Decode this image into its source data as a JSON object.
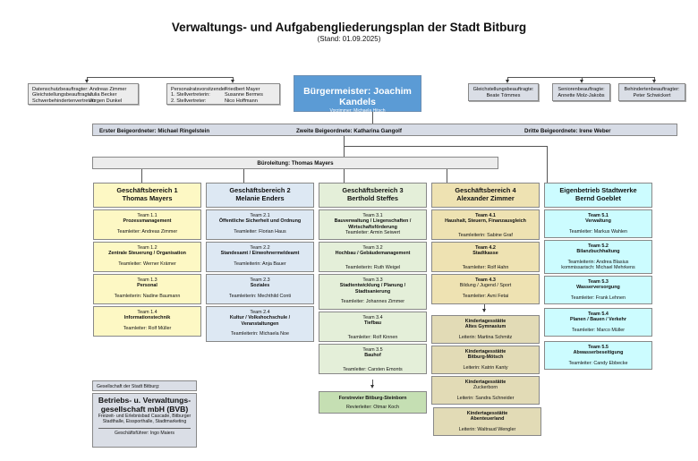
{
  "header": {
    "title": "Verwaltungs- und Aufgabengliederungsplan der Stadt Bitburg",
    "subtitle": "(Stand: 01.09.2025)"
  },
  "left_staff": {
    "box1": [
      {
        "role": "Datenschutzbeauftragter:",
        "name": "Andreas Zimmer"
      },
      {
        "role": "Gleichstellungsbeauftragte:",
        "name": "Julia Becker"
      },
      {
        "role": "Schwerbehindertenvertreter:",
        "name": "Jürgen Dunkel"
      }
    ],
    "box2": [
      {
        "role": "Personalratsvorsitzender:",
        "name": "Friedbert Mayer"
      },
      {
        "role": "1. Stellvertreterin:",
        "name": "Susanne Bermes"
      },
      {
        "role": "2. Stellvertreter:",
        "name": "Nico Hoffmann"
      }
    ]
  },
  "mayor": {
    "title": "Bürgermeister: Joachim Kandels",
    "office": "Vorzimmer: Michaela Hitsch"
  },
  "right_staff": [
    {
      "role": "Gleichstellungsbeauftragte:",
      "name": "Beate Tömmes"
    },
    {
      "role": "Seniorenbeauftragte:",
      "name": "Annette Molz-Jakobs"
    },
    {
      "role": "Behindertenbeauftragter:",
      "name": "Peter Schwickert"
    }
  ],
  "deputies": {
    "first": "Erster Beigeordneter: Michael Ringelstein",
    "second": "Zweite Beigeordnete: Katharina Gangolf",
    "third": "Dritte Beigeordnete: Irene Weber"
  },
  "office_management": "Büroleitung: Thomas Mayers",
  "divisions": [
    {
      "title": "Geschäftsbereich 1",
      "head": "Thomas Mayers",
      "color": "#fdf8c4",
      "teams": [
        {
          "number": "Team 1.1",
          "name": "Prozessmanagement",
          "lead": "Teamleiter: Andreas Zimmer"
        },
        {
          "number": "Team 1.2",
          "name": "Zentrale Steuerung / Organisation",
          "lead": "Teamleiter: Werner Krämer"
        },
        {
          "number": "Team 1.3",
          "name": "Personal",
          "lead": "Teamleiterin: Nadine Baumann"
        },
        {
          "number": "Team 1.4",
          "name": "Informationstechnik",
          "lead": "Teamleiter: Rolf Müller"
        }
      ]
    },
    {
      "title": "Geschäftsbereich 2",
      "head": "Melanie Enders",
      "color": "#dde8f3",
      "teams": [
        {
          "number": "Team 2.1",
          "name": "Öffentliche Sicherheit und Ordnung",
          "lead": "Teamleiter: Florian Haus"
        },
        {
          "number": "Team 2.2",
          "name": "Standesamt / Einwohnermeldeamt",
          "lead": "Teamleiterin: Anja Bauer"
        },
        {
          "number": "Team 2.3",
          "name": "Soziales",
          "lead": "Teamleiterin: Mechthild Conti"
        },
        {
          "number": "Team 2.4",
          "name": "Kultur / Volkshochschule / Veranstaltungen",
          "lead": "Teamleiterin: Michaela Noe"
        }
      ]
    },
    {
      "title": "Geschäftsbereich 3",
      "head": "Berthold Steffes",
      "color": "#e4efd9",
      "teams": [
        {
          "number": "Team 3.1",
          "name": "Bauverwaltung / Liegenschaften / Wirtschaftsförderung",
          "lead": "Teamleiter: Armin Seiwert"
        },
        {
          "number": "Team 3.2",
          "name": "Hochbau / Gebäudemanagement",
          "lead": "Teamleiterin: Ruth Weigel"
        },
        {
          "number": "Team 3.3",
          "name": "Stadtentwicklung / Planung / Stadtsanierung",
          "lead": "Teamleiter: Johannes Zimmer"
        },
        {
          "number": "Team 3.4",
          "name": "Tiefbau",
          "lead": "Teamleiter: Rolf Kinnen"
        },
        {
          "number": "Team 3.5",
          "name": "Bauhof",
          "lead": "Teamleiter: Carsten Emonts"
        }
      ],
      "sub_unit": {
        "name": "Forstrevier Bitburg-Steinborn",
        "lead": "Revierleiter: Otmar Koch"
      }
    },
    {
      "title": "Geschäftsbereich 4",
      "head": "Alexander Zimmer",
      "color": "#eee2b2",
      "teams": [
        {
          "number": "Team 4.1",
          "name": "Haushalt, Steuern, Finanzausgleich",
          "lead": "Teamleiterin: Sabine Graf"
        },
        {
          "number": "Team 4.2",
          "name": "Stadtkasse",
          "lead": "Teamleiter: Rolf Hahn"
        },
        {
          "number": "Team 4.3",
          "name": "Bildung / Jugend / Sport",
          "lead": "Teamleiter: Avni Fetai"
        }
      ],
      "kitas": [
        {
          "type": "Kindertagesstätte",
          "name": "Altes Gymnasium",
          "lead": "Leiterin: Martina Schmitz"
        },
        {
          "type": "Kindertagesstätte",
          "name": "Bitburg-Mötsch",
          "lead": "Leiterin: Katrin Kanty"
        },
        {
          "type": "Kindertagesstätte",
          "name": "Zuckerborn",
          "lead": "Leiterin: Sandra Schneider"
        },
        {
          "type": "Kindertagesstätte",
          "name": "Abenteuerland",
          "lead": "Leiterin: Waltraud Wengler"
        }
      ]
    },
    {
      "title": "Eigenbetrieb Stadtwerke",
      "head": "Bernd Goeblet",
      "color": "#ccfcff",
      "teams": [
        {
          "number": "Team 5.1",
          "name": "Verwaltung",
          "lead": "Teamleiter: Markus Wahlen"
        },
        {
          "number": "Team 5.2",
          "name": "Bilanzbuchhaltung",
          "lead": "Teamleiterin: Andrea Blasius",
          "lead2": "kommissarisch: Michael Mehrkens"
        },
        {
          "number": "Team 5.3",
          "name": "Wasserversorgung",
          "lead": "Teamleiter: Frank Lehnen"
        },
        {
          "number": "Team 5.4",
          "name": "Planen / Bauen / Verkehr",
          "lead": "Teamleiter: Marco Müller"
        },
        {
          "number": "Team 5.5",
          "name": "Abwasserbeseitigung",
          "lead": "Teamleiter: Candy Ebbecke"
        }
      ]
    }
  ],
  "company": {
    "label": "Gesellschaft der Stadt Bitburg:",
    "name": "Betriebs- u. Verwaltungs-gesellschaft mbH (BVB)",
    "description": "Freizeit- und Erlebnisbad Cascade, Bitburger Stadthalle, Eissporthalle, Stadtmarketing",
    "manager": "Geschäftsführer: Ingo Maiers"
  }
}
